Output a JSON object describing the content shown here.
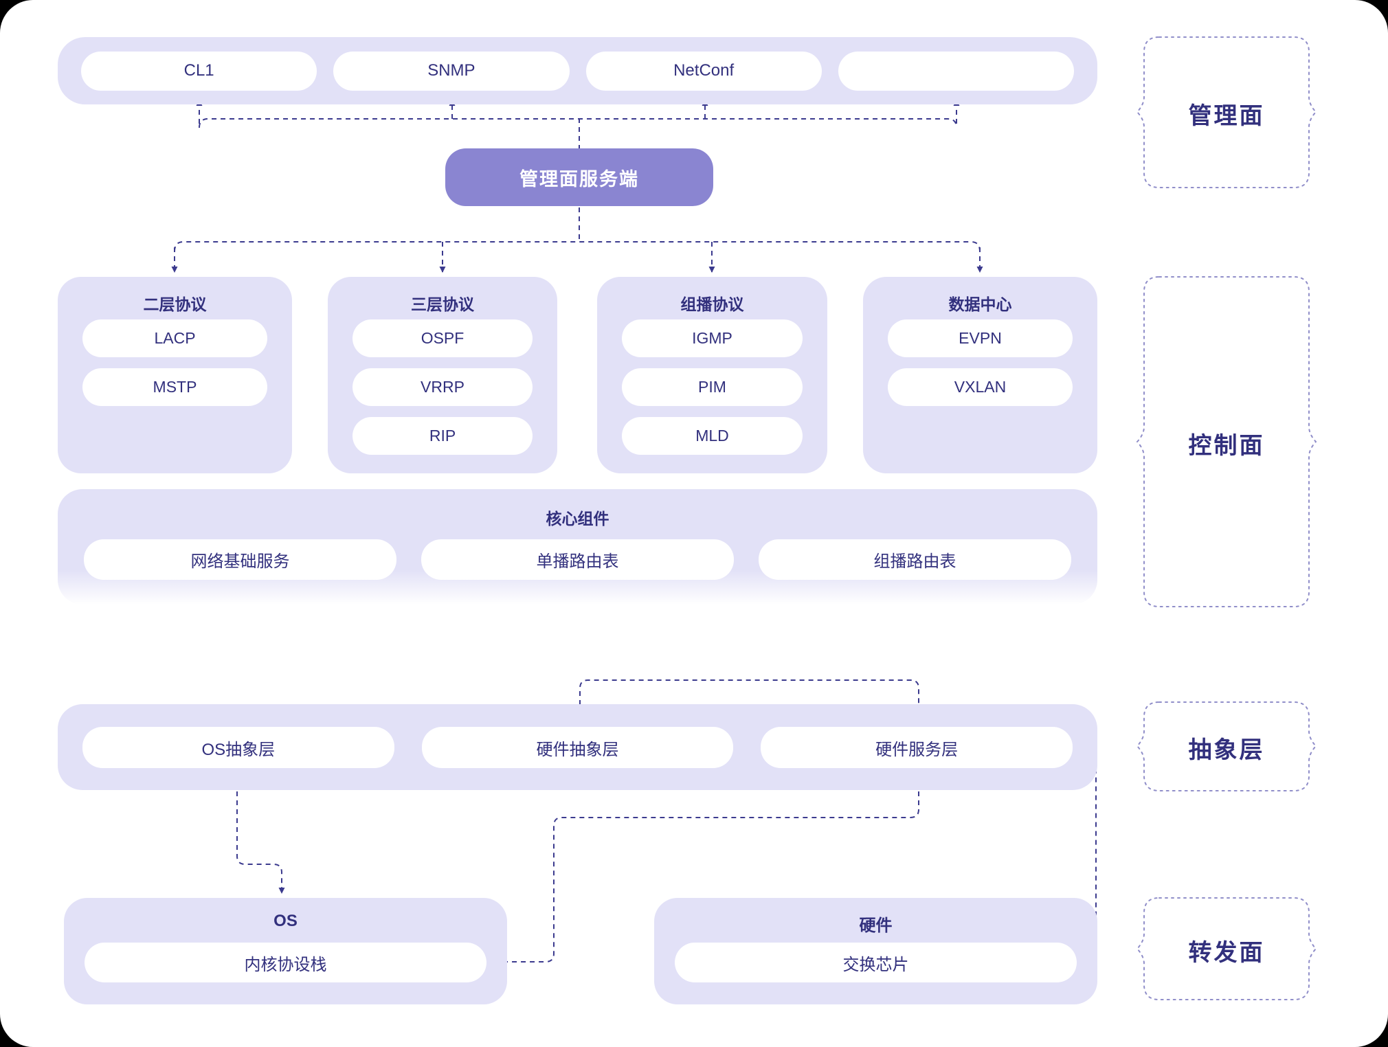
{
  "management_plane": {
    "label": "管理面",
    "pills": [
      "CL1",
      "SNMP",
      "NetConf",
      ""
    ],
    "server_label": "管理面服务端"
  },
  "control_plane": {
    "label": "控制面",
    "cards": [
      {
        "title": "二层协议",
        "items": [
          "LACP",
          "MSTP"
        ]
      },
      {
        "title": "三层协议",
        "items": [
          "OSPF",
          "VRRP",
          "RIP"
        ]
      },
      {
        "title": "组播协议",
        "items": [
          "IGMP",
          "PIM",
          "MLD"
        ]
      },
      {
        "title": "数据中心",
        "items": [
          "EVPN",
          "VXLAN"
        ]
      }
    ],
    "core": {
      "title": "核心组件",
      "items": [
        "网络基础服务",
        "单播路由表",
        "组播路由表"
      ]
    }
  },
  "abstraction_layer": {
    "label": "抽象层",
    "pills": [
      "OS抽象层",
      "硬件抽象层",
      "硬件服务层"
    ]
  },
  "forwarding_plane": {
    "label": "转发面",
    "boxes": [
      {
        "title": "OS",
        "item": "内核协设栈"
      },
      {
        "title": "硬件",
        "item": "交换芯片"
      }
    ]
  },
  "colors": {
    "panel": "#e2e1f7",
    "pill": "#ffffff",
    "text": "#32307d",
    "server_button": "#8a85d1",
    "connector": "#3b3a8e",
    "brace": "#908ec9"
  }
}
